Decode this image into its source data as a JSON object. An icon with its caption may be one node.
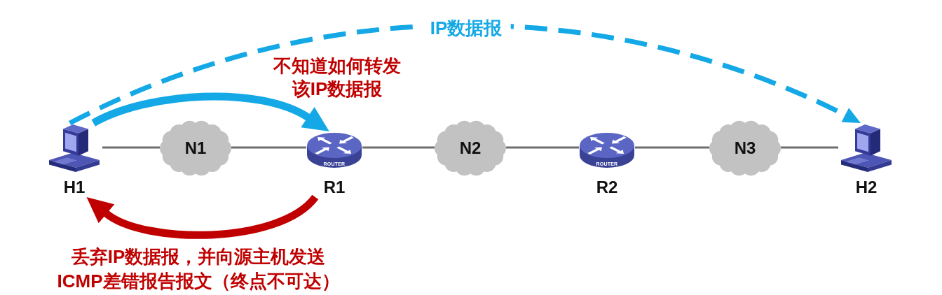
{
  "diagram": {
    "nodes": [
      {
        "text": [
          "H1"
        ]
      },
      {
        "text": [
          "N1"
        ]
      },
      {
        "text": [
          "ROUTER",
          "R1"
        ]
      },
      {
        "text": [
          "N2"
        ]
      },
      {
        "text": [
          "ROUTER",
          "R2"
        ]
      },
      {
        "text": [
          "N3"
        ]
      },
      {
        "text": [
          "H2"
        ]
      }
    ],
    "edges": [
      {
        "from": 0,
        "to": 1,
        "arrow": "none"
      },
      {
        "from": 1,
        "to": 2,
        "arrow": "none"
      },
      {
        "from": 2,
        "to": 3,
        "arrow": "none"
      },
      {
        "from": 3,
        "to": 4,
        "arrow": "none"
      },
      {
        "from": 4,
        "to": 5,
        "arrow": "none"
      },
      {
        "from": 5,
        "to": 6,
        "arrow": "none"
      },
      {
        "from": 0,
        "to": 6,
        "arrow": "to",
        "label": "IP数据报",
        "style": "dashed",
        "color": "#14a9e6"
      },
      {
        "from": 0,
        "to": 2,
        "arrow": "to",
        "style": "thick",
        "color": "#14a9e6"
      },
      {
        "from": 2,
        "to": 0,
        "arrow": "to",
        "style": "thick",
        "color": "#c00000"
      }
    ],
    "labels": [
      "不知道如何转发该IP数据报",
      "丢弃IP数据报，并向源主机发送ICMP差错报告报文（终点不可达）"
    ]
  }
}
